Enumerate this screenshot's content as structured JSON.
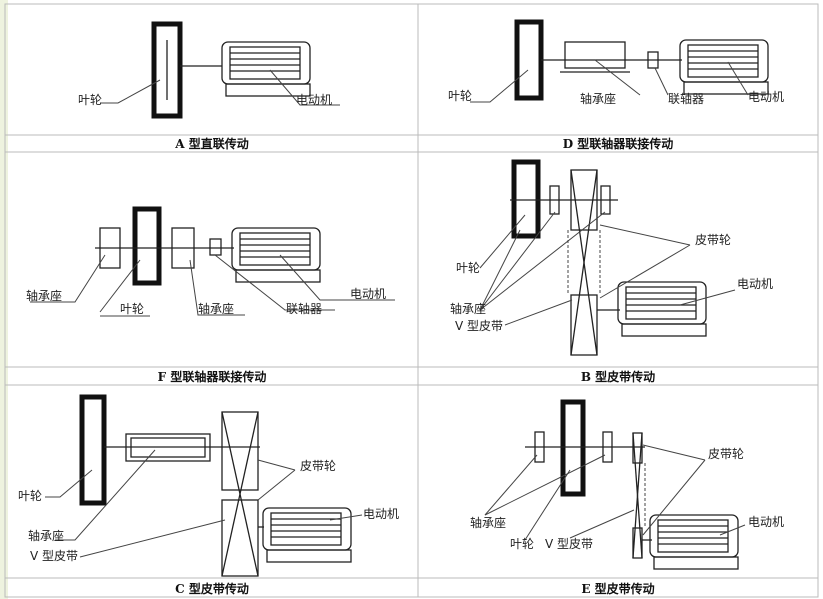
{
  "panels": {
    "A": {
      "caption": "A 型直联传动",
      "labels": {
        "impeller": "叶轮",
        "motor": "电动机"
      }
    },
    "D": {
      "caption": "D 型联轴器联接传动",
      "labels": {
        "impeller": "叶轮",
        "bearing": "轴承座",
        "coupling": "联轴器",
        "motor": "电动机"
      }
    },
    "F": {
      "caption": "F 型联轴器联接传动",
      "labels": {
        "bearing1": "轴承座",
        "impeller": "叶轮",
        "bearing2": "轴承座",
        "coupling": "联轴器",
        "motor": "电动机"
      }
    },
    "B": {
      "caption": "B 型皮带传动",
      "labels": {
        "impeller": "叶轮",
        "pulley": "皮带轮",
        "motor": "电动机",
        "bearing": "轴承座",
        "belt": "V 型皮带"
      }
    },
    "C": {
      "caption": "C 型皮带传动",
      "labels": {
        "impeller": "叶轮",
        "bearing": "轴承座",
        "belt": "V 型皮带",
        "pulley": "皮带轮",
        "motor": "电动机"
      }
    },
    "E": {
      "caption": "E 型皮带传动",
      "labels": {
        "bearing": "轴承座",
        "impeller": "叶轮",
        "belt": "V 型皮带",
        "pulley": "皮带轮",
        "motor": "电动机"
      }
    }
  }
}
